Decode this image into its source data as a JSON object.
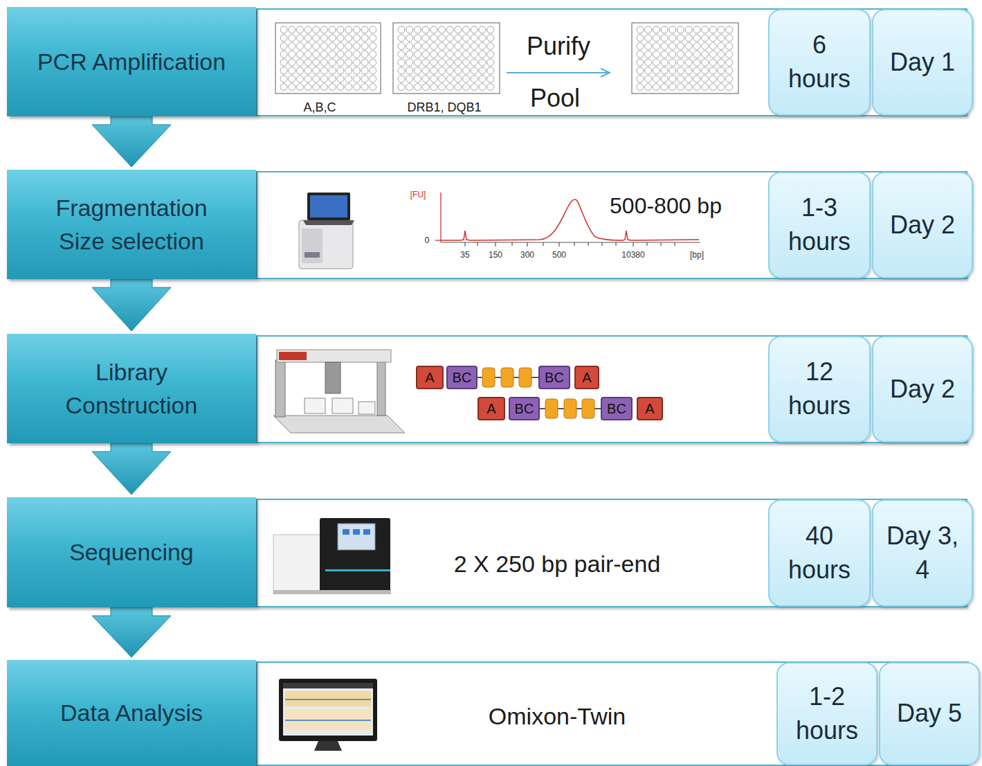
{
  "diagram": {
    "nodes": [
      {
        "text": [
          "PCR Amplification"
        ]
      },
      {
        "text": [
          "A,B,C",
          "DRB1, DQB1",
          "Purify",
          "Pool"
        ]
      },
      {
        "text": [
          "6 hours"
        ],
        "in": 1
      },
      {
        "text": [
          "Day 1"
        ],
        "in": 1
      },
      {
        "text": [
          "Fragmentation Size selection"
        ]
      },
      {
        "text": [
          "500-800 bp"
        ]
      },
      {
        "text": [
          "1-3 hours"
        ],
        "in": 5
      },
      {
        "text": [
          "Day 2"
        ],
        "in": 5
      },
      {
        "text": [
          "Library Construction"
        ]
      },
      {
        "text": []
      },
      {
        "text": [
          "12 hours"
        ],
        "in": 9
      },
      {
        "text": [
          "Day 2"
        ],
        "in": 9
      },
      {
        "text": [
          "A"
        ],
        "in": 9
      },
      {
        "text": [
          "BC"
        ],
        "in": 9
      },
      {
        "text": [
          "BC"
        ],
        "in": 9
      },
      {
        "text": [
          "A"
        ],
        "in": 9
      },
      {
        "text": [
          "A"
        ],
        "in": 9
      },
      {
        "text": [
          "BC"
        ],
        "in": 9
      },
      {
        "text": [
          "BC"
        ],
        "in": 9
      },
      {
        "text": [
          "A"
        ],
        "in": 9
      },
      {
        "text": [
          "Sequencing"
        ]
      },
      {
        "text": [
          "2 X 250 bp pair-end"
        ]
      },
      {
        "text": [
          "40 hours"
        ],
        "in": 21
      },
      {
        "text": [
          "Day 3, 4"
        ],
        "in": 21
      },
      {
        "text": [
          "Data Analysis"
        ]
      },
      {
        "text": [
          "Omixon-Twin"
        ]
      },
      {
        "text": [
          "1-2 hours"
        ],
        "in": 25
      },
      {
        "text": [
          "Day 5"
        ],
        "in": 25
      }
    ],
    "edges": [
      {
        "from": 0,
        "to": 4,
        "arrow": "to"
      },
      {
        "from": 4,
        "to": 8,
        "arrow": "to"
      },
      {
        "from": 8,
        "to": 20,
        "arrow": "to"
      },
      {
        "from": 20,
        "to": 24,
        "arrow": "to"
      },
      {
        "from": 13,
        "to": 14,
        "arrow": "none"
      },
      {
        "from": 17,
        "to": 18,
        "arrow": "none"
      }
    ],
    "labels": [
      "[FU]",
      "0",
      "35",
      "150",
      "300",
      "500",
      "10380",
      "[bp]"
    ]
  }
}
